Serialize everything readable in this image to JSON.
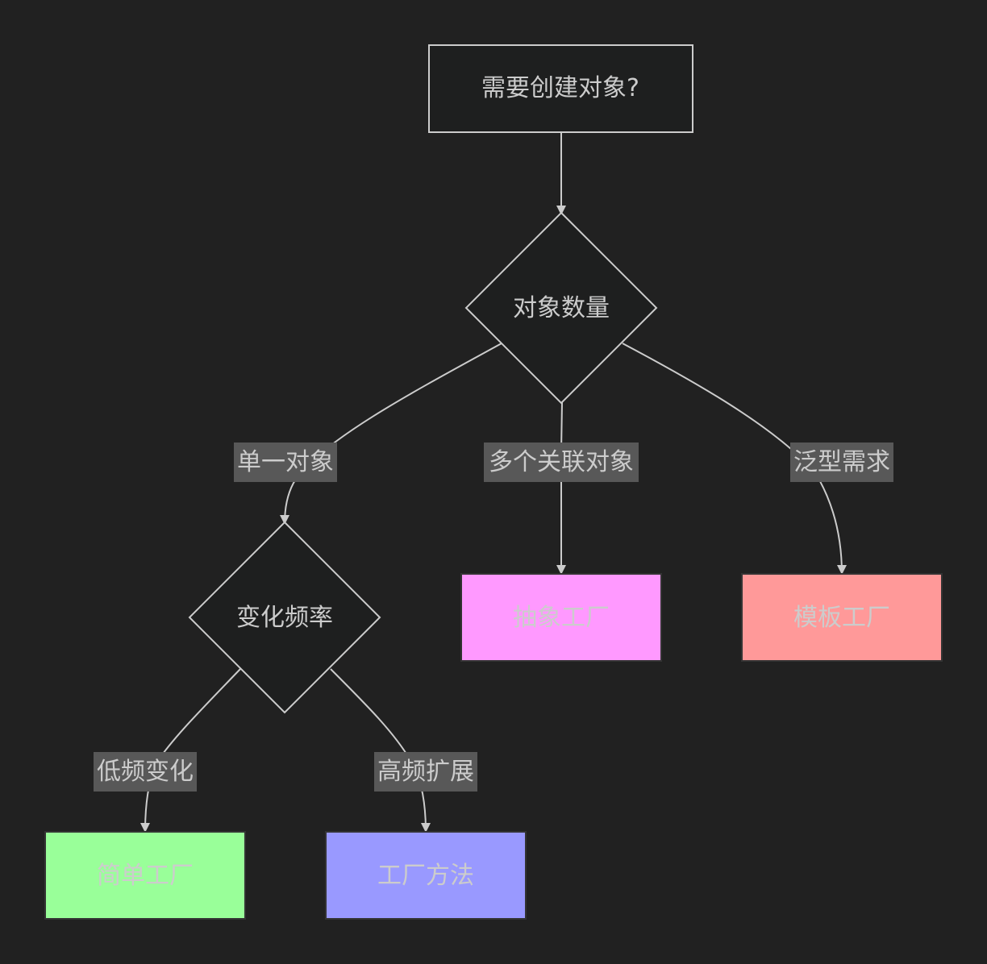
{
  "diagram": {
    "type": "flowchart",
    "direction": "top-down",
    "nodes": [
      {
        "id": "start",
        "shape": "rect",
        "label": "需要创建对象?",
        "fill": "#1e1f1f",
        "stroke": "#cccccc",
        "text_color": "#cccccc"
      },
      {
        "id": "count",
        "shape": "diamond",
        "label": "对象数量",
        "fill": "#1e1f1f",
        "stroke": "#cccccc",
        "text_color": "#cccccc"
      },
      {
        "id": "freq",
        "shape": "diamond",
        "label": "变化频率",
        "fill": "#1e1f1f",
        "stroke": "#cccccc",
        "text_color": "#cccccc"
      },
      {
        "id": "abstract",
        "shape": "rect",
        "label": "抽象工厂",
        "fill": "#ff99ff",
        "stroke": "#333333",
        "text_color": "#cccccc"
      },
      {
        "id": "template",
        "shape": "rect",
        "label": "模板工厂",
        "fill": "#ff9999",
        "stroke": "#333333",
        "text_color": "#cccccc"
      },
      {
        "id": "simple",
        "shape": "rect",
        "label": "简单工厂",
        "fill": "#99ff99",
        "stroke": "#333333",
        "text_color": "#cccccc"
      },
      {
        "id": "method",
        "shape": "rect",
        "label": "工厂方法",
        "fill": "#9999ff",
        "stroke": "#333333",
        "text_color": "#cccccc"
      }
    ],
    "edges": [
      {
        "from": "start",
        "to": "count",
        "label": ""
      },
      {
        "from": "count",
        "to": "freq",
        "label": "单一对象"
      },
      {
        "from": "count",
        "to": "abstract",
        "label": "多个关联对象"
      },
      {
        "from": "count",
        "to": "template",
        "label": "泛型需求"
      },
      {
        "from": "freq",
        "to": "simple",
        "label": "低频变化"
      },
      {
        "from": "freq",
        "to": "method",
        "label": "高频扩展"
      }
    ],
    "colors": {
      "background": "#212121",
      "edge": "#cccccc",
      "edge_label_bg": "#585858",
      "default_text": "#cccccc"
    }
  }
}
